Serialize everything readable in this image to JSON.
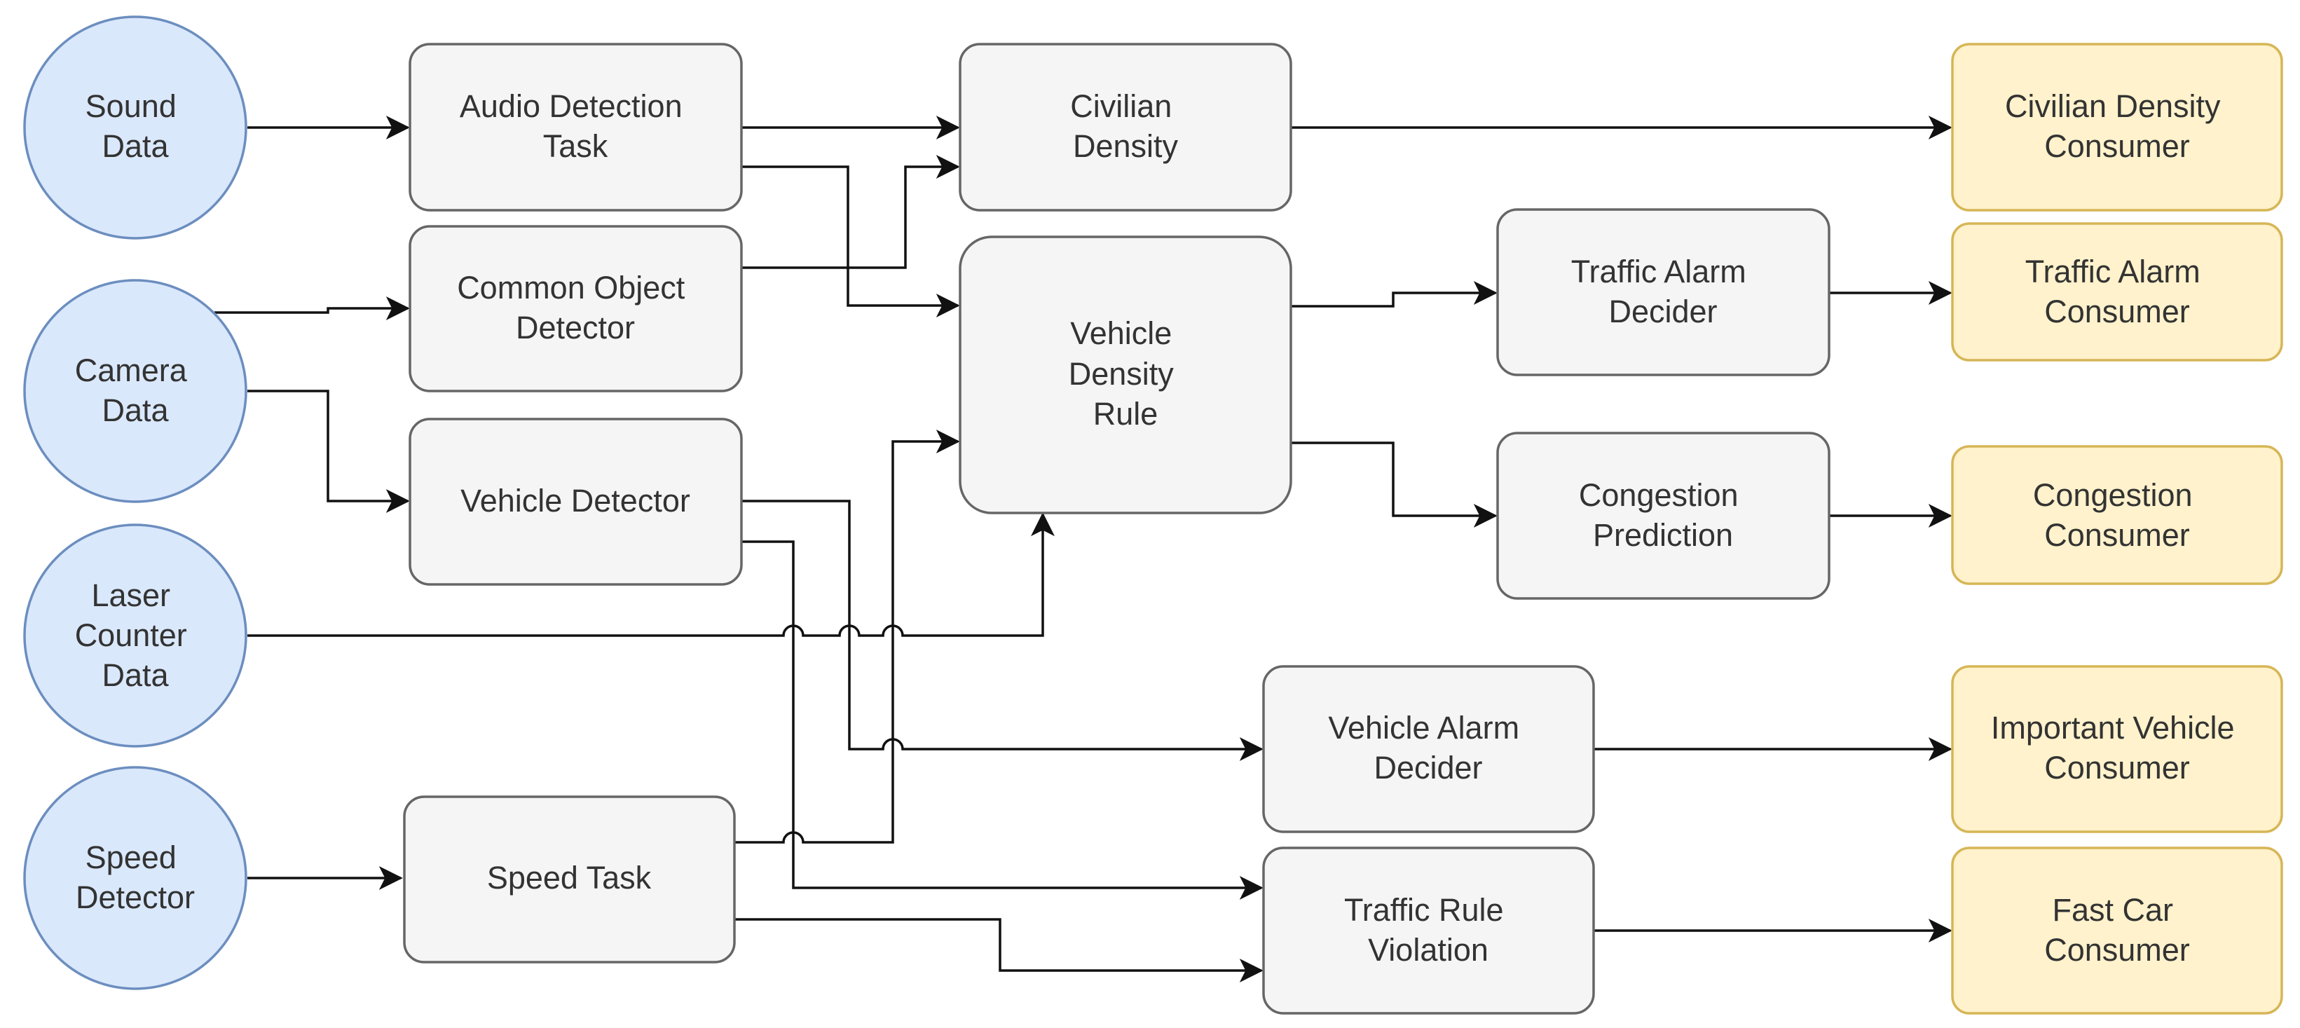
{
  "sources": {
    "sound": [
      "Sound",
      "Data"
    ],
    "camera": [
      "Camera",
      "Data"
    ],
    "laser": [
      "Laser",
      "Counter",
      "Data"
    ],
    "speed": [
      "Speed",
      "Detector"
    ]
  },
  "tasks": {
    "audio": [
      "Audio Detection",
      "Task"
    ],
    "common_object": [
      "Common Object",
      "Detector"
    ],
    "vehicle_detector": [
      "Vehicle Detector"
    ],
    "speed_task": [
      "Speed Task"
    ],
    "civilian_density": [
      "Civilian",
      "Density"
    ],
    "vehicle_density": [
      "Vehicle",
      "Density",
      "Rule"
    ],
    "traffic_alarm": [
      "Traffic Alarm",
      "Decider"
    ],
    "congestion_prediction": [
      "Congestion",
      "Prediction"
    ],
    "vehicle_alarm": [
      "Vehicle Alarm",
      "Decider"
    ],
    "traffic_rule": [
      "Traffic Rule",
      "Violation"
    ]
  },
  "consumers": {
    "civilian": [
      "Civilian Density",
      "Consumer"
    ],
    "traffic_alarm": [
      "Traffic Alarm",
      "Consumer"
    ],
    "congestion": [
      "Congestion",
      "Consumer"
    ],
    "important_vehicle": [
      "Important Vehicle",
      "Consumer"
    ],
    "fast_car": [
      "Fast Car",
      "Consumer"
    ]
  },
  "colors": {
    "source_fill": "#dae8fc",
    "source_stroke": "#6c8ebf",
    "task_fill": "#f5f5f5",
    "task_stroke": "#666666",
    "consumer_fill": "#fff2cc",
    "consumer_stroke": "#d6b656",
    "edge": "#111111",
    "text": "#333333"
  }
}
